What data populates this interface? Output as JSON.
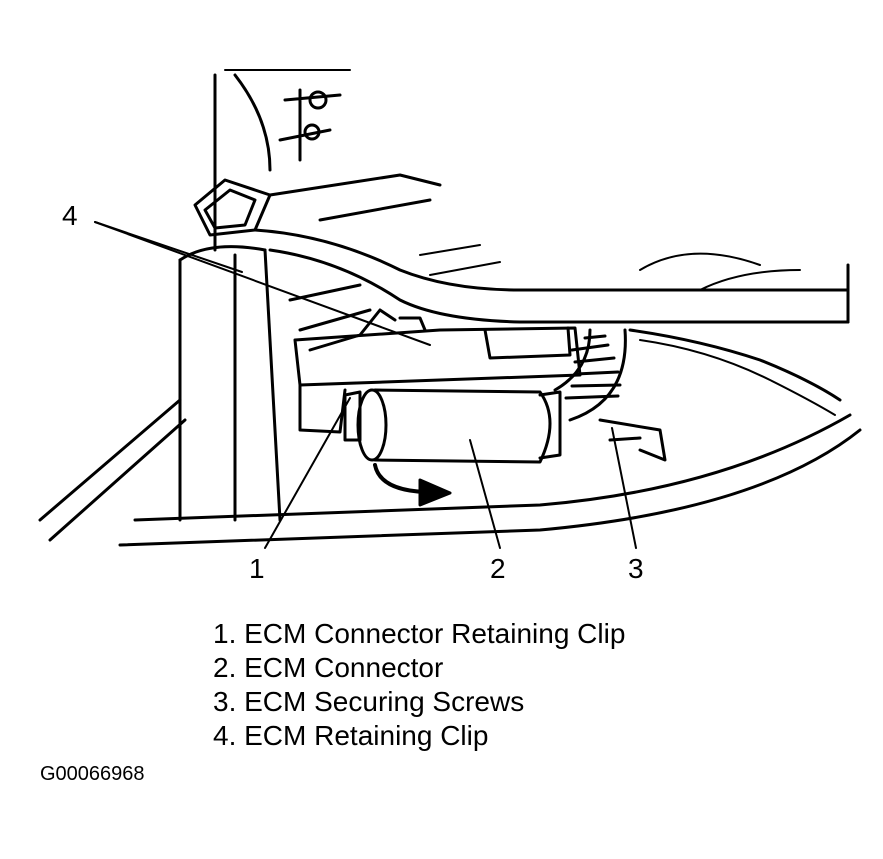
{
  "callouts": [
    "1",
    "2",
    "3",
    "4"
  ],
  "legend": [
    "1. ECM Connector Retaining Clip",
    "2. ECM Connector",
    "3. ECM Securing Screws",
    "4. ECM Retaining Clip"
  ],
  "figure_id": "G00066968"
}
